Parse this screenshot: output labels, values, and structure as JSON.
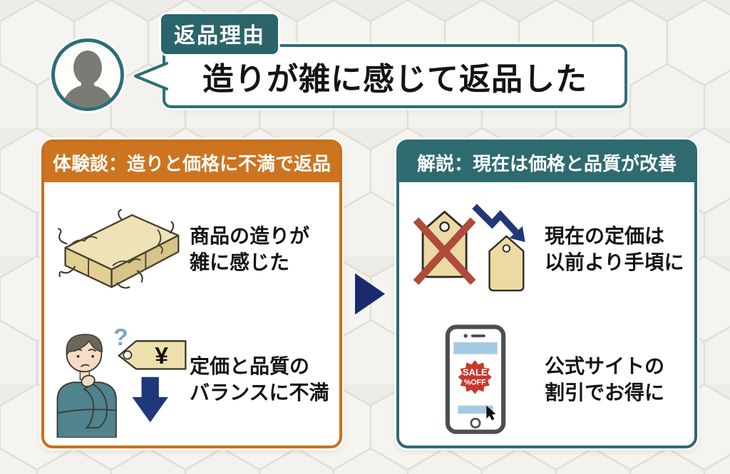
{
  "header": {
    "badge_label": "返品理由",
    "quote_text": "造りが雑に感じて返品した"
  },
  "panels": {
    "left": {
      "title": "体験談：造りと価格に不満で返品",
      "rows": [
        {
          "icon": "mattress-icon",
          "line1": "商品の造りが",
          "line2": "雑に感じた"
        },
        {
          "icon": "thinking-person-price-tag-icon",
          "line1": "定価と品質の",
          "line2": "バランスに不満"
        }
      ]
    },
    "right": {
      "title": "解説：現在は価格と品質が改善",
      "rows": [
        {
          "icon": "price-drop-tags-icon",
          "line1": "現在の定価は",
          "line2": "以前より手頃に"
        },
        {
          "icon": "sale-smartphone-icon",
          "line1": "公式サイトの",
          "line2": "割引でお得に"
        }
      ]
    }
  },
  "glyphs": {
    "yen": "¥",
    "question": "?",
    "sale_top": "SALE",
    "sale_bottom": "%OFF"
  },
  "colors": {
    "teal": "#2c6f75",
    "orange": "#cd7420",
    "navy_arrow": "#203879",
    "navy_triangle": "#1b2a6e",
    "red_x": "#b04a3a",
    "sale_red": "#c8392b",
    "tag_beige": "#ecdaa4"
  }
}
